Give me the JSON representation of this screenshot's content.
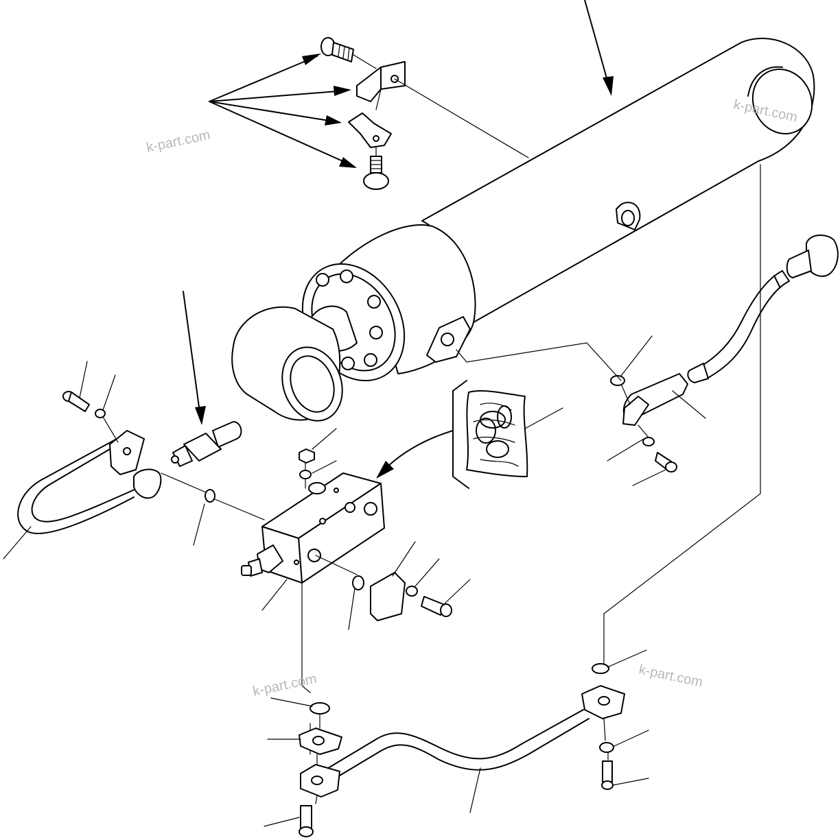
{
  "watermarks": [
    "k-part.com",
    "k-part.com",
    "k-part.com",
    "k-part.com"
  ],
  "colors": {
    "line": "#000000",
    "background": "#ffffff",
    "watermark": "#b8b8b8"
  },
  "icons": [
    "hydraulic-cylinder-icon",
    "valve-block-icon",
    "hose-icon",
    "seal-kit-icon",
    "bolt-icon",
    "flange-icon",
    "o-ring-icon"
  ]
}
